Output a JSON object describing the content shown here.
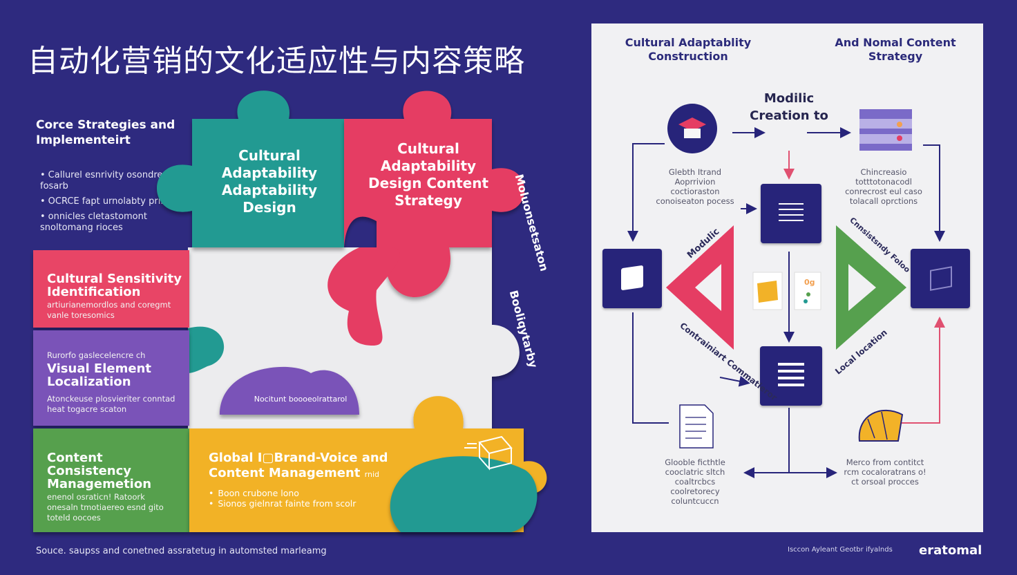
{
  "title": "自动化营销的文化适应性与内容策略",
  "core": {
    "heading": "Corce Strategies and Implementeirt",
    "bullets": [
      "Callurel esnrivity osondrer fosarb",
      "OCRCE fapt urnolabty prin",
      "onnicles cletastomont snoltomang rioces"
    ]
  },
  "puzzle": {
    "teal_piece": "Cultural Adaptability Adaptability Design",
    "red_piece": "Cultural Adaptability Design Content Strategy",
    "rows": [
      {
        "title": "Cultural Sensitivity Identification",
        "desc": "artiurianemordlos and coregmt vanle toresomics",
        "color": "#e84466"
      },
      {
        "pre": "Rurorfo gaslecelencre ch",
        "title": "Visual Element Localization",
        "desc": "Atonckeuse plosvieriter conntad heat togacre scaton",
        "color": "#7a52b8"
      },
      {
        "title": "Content Consistency Managemetion",
        "desc": "enenol osraticn! Ratoork onesaln tmotiaereo esnd gito toteld oocoes",
        "color": "#56a04e"
      }
    ],
    "purple_bump": "Nocitunt boooeolrattarol",
    "yellow_title": "Global I▢Brand-Voice and Content Management",
    "yellow_extra": "rnid",
    "yellow_bullets": [
      "Boon crubone lono",
      "Sionos gielnrat fainte from scolr"
    ],
    "vertical_1": "Moluonsetsaton",
    "vertical_2": "Booliqytarby"
  },
  "source_note": "Souce. saupss and conetned assratetug in automsted marleamg",
  "panel": {
    "heading_left": "Cultural Adaptablity Construction",
    "heading_right": "And Nomal Content Strategy",
    "center_title": "Modilic Creation to",
    "left_note": "Glebth Itrand Aoprrivion coctioraston conoiseaton pocess",
    "right_note": "Chincreasio totttotonacodl conrecrost eul caso tolacall oprctions",
    "bottom_left_note": "Glooble ficthtle cooclatric sltch coaltrcbcs coolretorecy coluntcuccn",
    "bottom_right_note": "Merco from contitct rcm cocaloratrans o! ct orsoal procces",
    "diag_modular": "Modulic",
    "diag_consistancy": "Cnnsistsndy Foloo",
    "diag_content_comm": "Contrainiart Commatieror",
    "diag_local": "Local location",
    "chip_text": "0g"
  },
  "footer": {
    "small": "Isccon Ayleant Geotbr ifyalnds",
    "brand": "eratomal"
  },
  "colors": {
    "background": "#2e2a7f",
    "teal": "#229a92",
    "red": "#e53d63",
    "purple": "#7a52b8",
    "green": "#56a04e",
    "yellow": "#f2b228",
    "navy": "#27247a"
  }
}
